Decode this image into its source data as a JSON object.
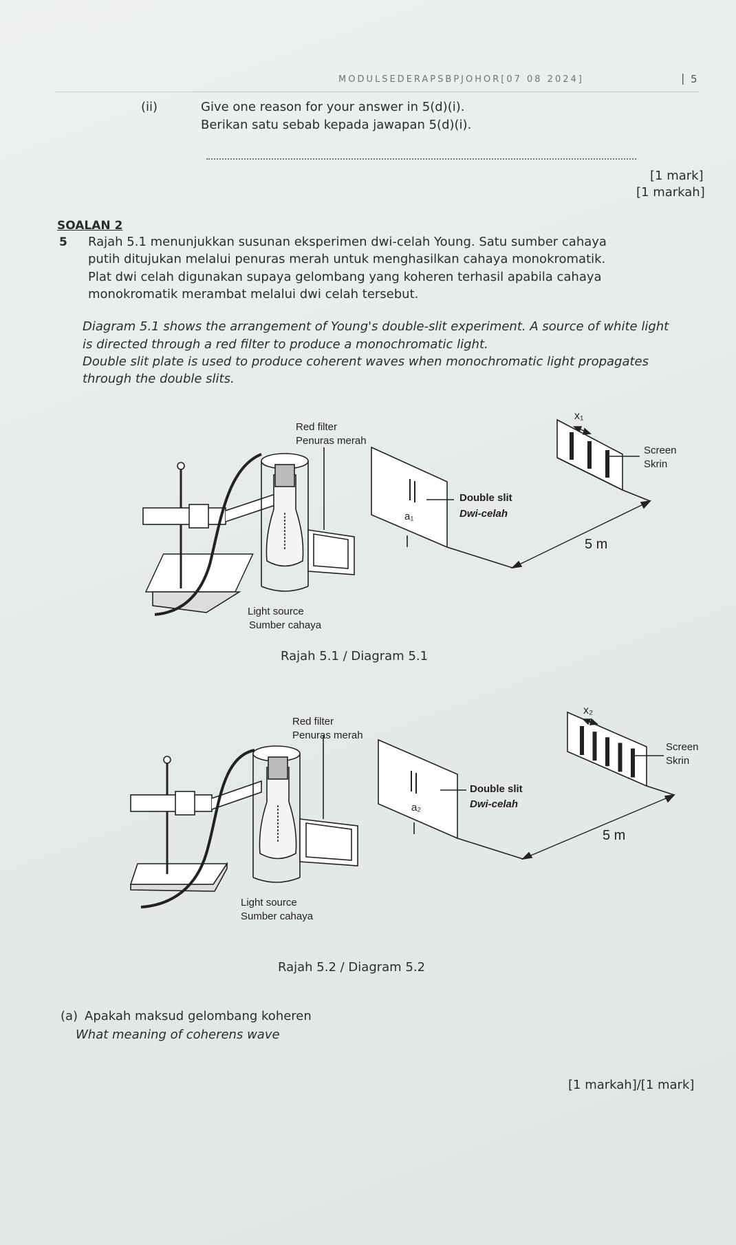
{
  "header": {
    "module": "MODULSEDERAPSBPJOHOR[07 08 2024]",
    "page_number": "5"
  },
  "question_ii": {
    "number": "(ii)",
    "text_en": "Give one reason for your answer in 5(d)(i).",
    "text_ms": "Berikan satu sebab kepada jawapan 5(d)(i).",
    "mark_en": "[1 mark]",
    "mark_ms": "[1 markah]"
  },
  "section": {
    "title": "SOALAN 2",
    "number": "5",
    "intro_ms": [
      "Rajah 5.1 menunjukkan susunan eksperimen dwi-celah Young. Satu sumber cahaya",
      "putih ditujukan melalui penuras merah untuk menghasilkan cahaya monokromatik.",
      "Plat dwi celah digunakan supaya gelombang yang koheren terhasil apabila cahaya",
      "monokromatik merambat melalui dwi celah tersebut."
    ],
    "intro_en": [
      "Diagram 5.1 shows the arrangement of Young's double-slit experiment. A source of white light",
      "is directed through a red filter to produce a monochromatic light.",
      "Double slit plate is used to produce coherent waves when monochromatic light propagates",
      "through the double slits."
    ]
  },
  "diagrams": [
    {
      "red_filter_en": "Red filter",
      "red_filter_ms": "Penuras merah",
      "light_source_en": "Light source",
      "light_source_ms": "Sumber cahaya",
      "double_slit_en": "Double slit",
      "double_slit_ms": "Dwi-celah",
      "screen_en": "Screen",
      "screen_ms": "Skrin",
      "slit_separation": "a₁",
      "fringe_label": "x₁",
      "distance": "5 m",
      "fringe_count": 3,
      "caption": "Rajah 5.1 / Diagram 5.1"
    },
    {
      "red_filter_en": "Red filter",
      "red_filter_ms": "Penuras merah",
      "light_source_en": "Light source",
      "light_source_ms": "Sumber cahaya",
      "double_slit_en": "Double slit",
      "double_slit_ms": "Dwi-celah",
      "screen_en": "Screen",
      "screen_ms": "Skrin",
      "slit_separation": "a₂",
      "fringe_label": "x₂",
      "distance": "5 m",
      "fringe_count": 5,
      "caption": "Rajah 5.2 / Diagram 5.2"
    }
  ],
  "question_a": {
    "label": "(a)",
    "text_ms": "Apakah maksud gelombang koheren",
    "text_en": "What meaning of coherens wave",
    "mark": "[1 markah]/[1 mark]"
  }
}
